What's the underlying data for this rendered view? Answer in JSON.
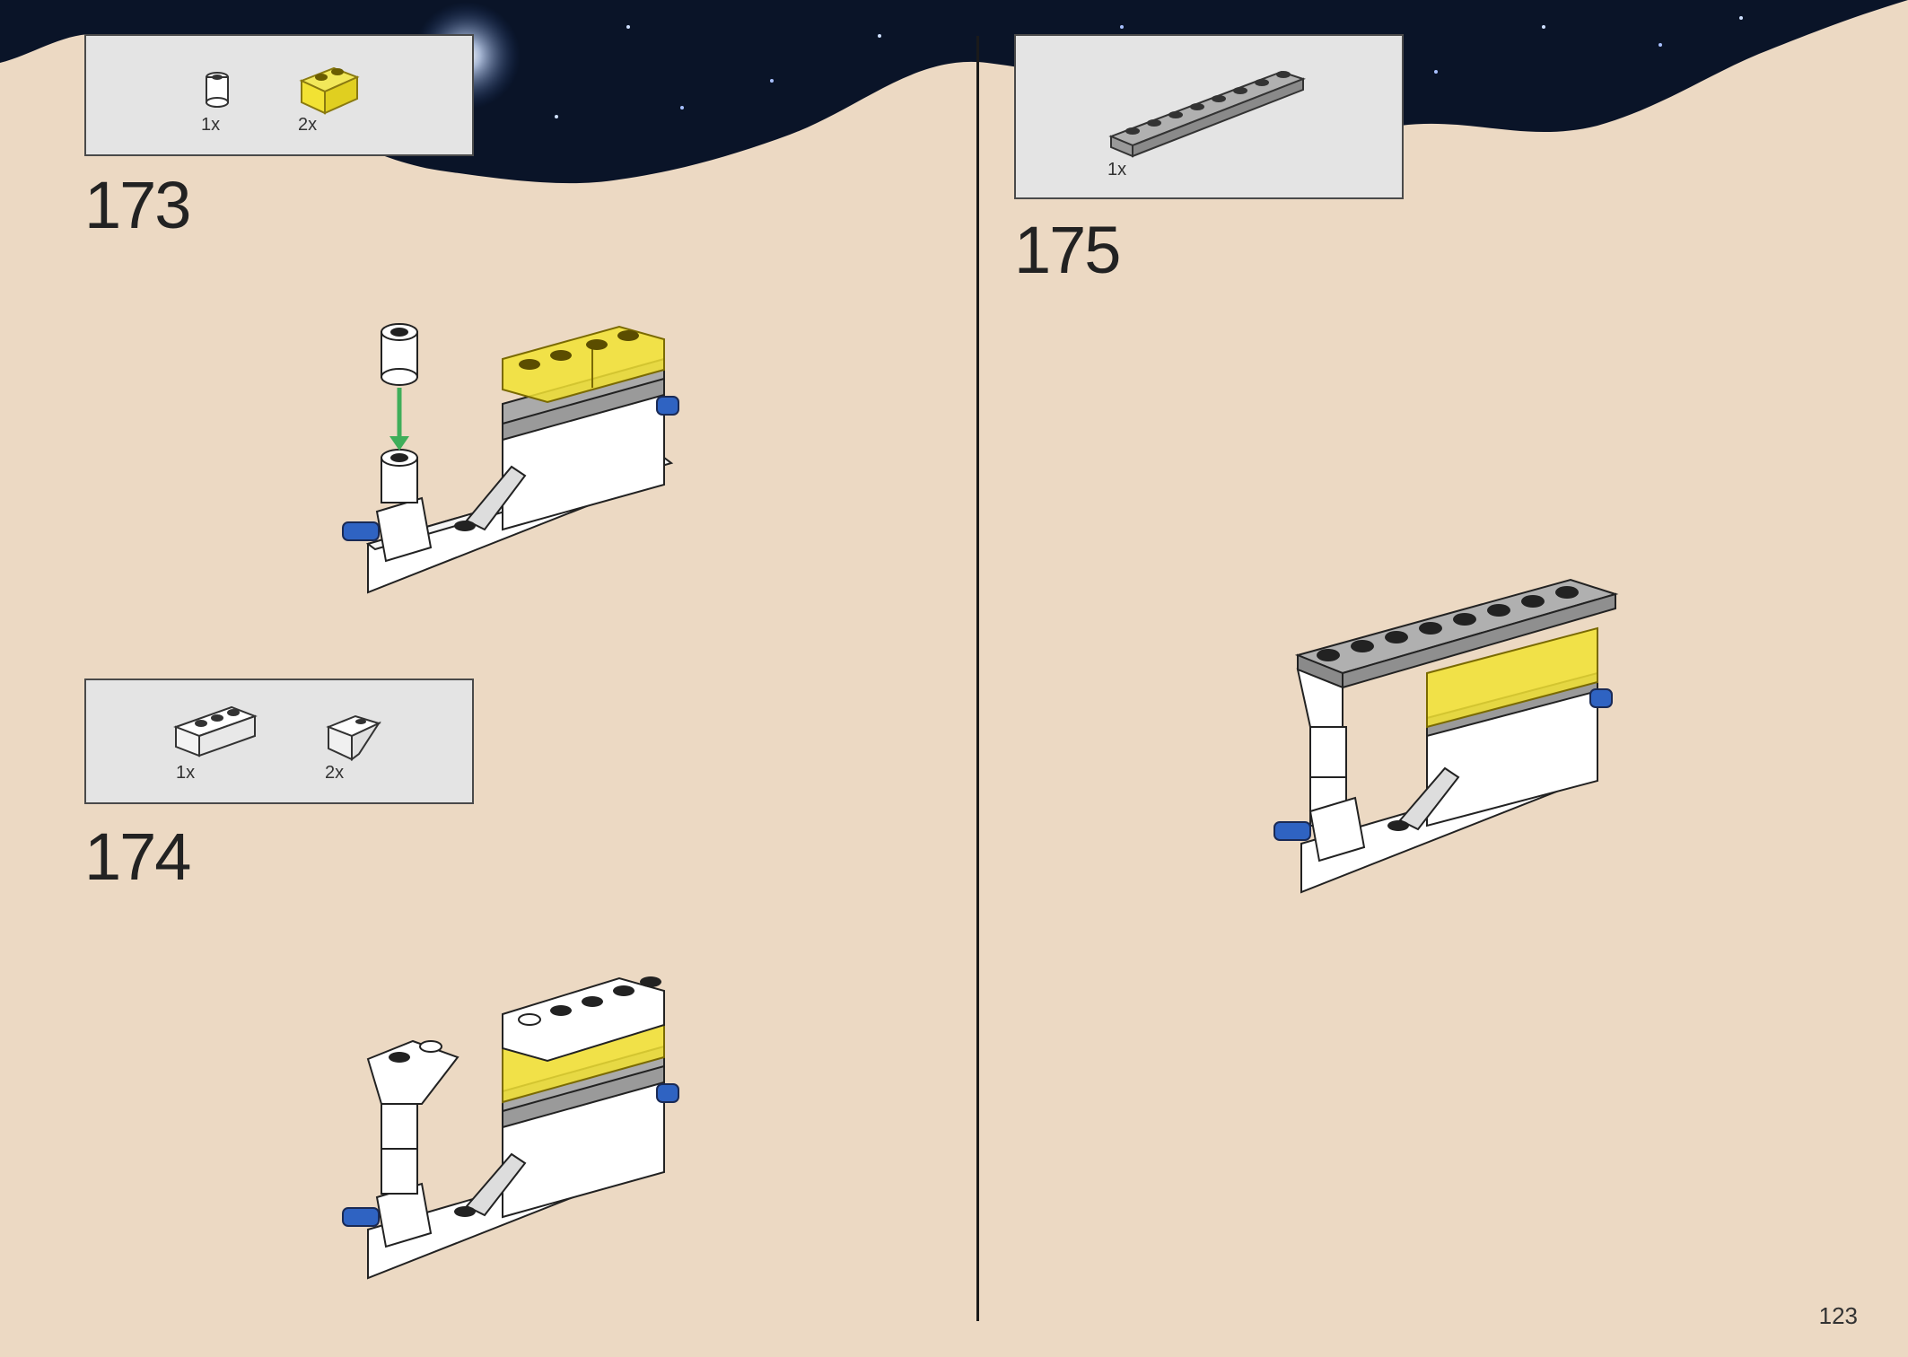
{
  "colors": {
    "background": "#ecd9c3",
    "sky": "#0a1428",
    "box": "#e4e4e4",
    "brick_white": "#ffffff",
    "brick_yellow_trans": "#f2e233",
    "brick_gray": "#9a9a9a",
    "brick_dark": "#2a2a2a",
    "pin_blue": "#2f63c2",
    "arrow_green": "#3fae5a"
  },
  "steps": [
    {
      "number": "173",
      "parts": [
        {
          "icon": "round-brick-1x1-white-icon",
          "qty": "1x"
        },
        {
          "icon": "brick-1x2-trans-yellow-icon",
          "qty": "2x"
        }
      ]
    },
    {
      "number": "174",
      "parts": [
        {
          "icon": "brick-1x3-white-icon",
          "qty": "1x"
        },
        {
          "icon": "slope-brick-white-icon",
          "qty": "2x"
        }
      ]
    },
    {
      "number": "175",
      "parts": [
        {
          "icon": "plate-1x8-gray-icon",
          "qty": "1x"
        }
      ]
    }
  ],
  "page_number": "123"
}
